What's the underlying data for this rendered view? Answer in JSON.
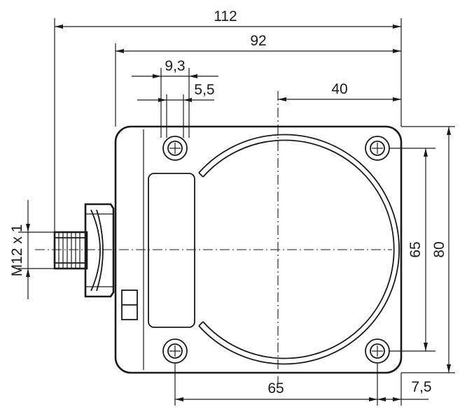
{
  "dimensions": {
    "overall_width": "112",
    "housing_width": "92",
    "hole_center_offset": "9,3",
    "hole_spacing_small": "5,5",
    "face_center_offset": "40",
    "hole_spacing_vertical": "65",
    "housing_height": "80",
    "hole_spacing_horizontal": "65",
    "hole_edge_offset": "7,5",
    "connector_thread": "M12 x 1"
  }
}
